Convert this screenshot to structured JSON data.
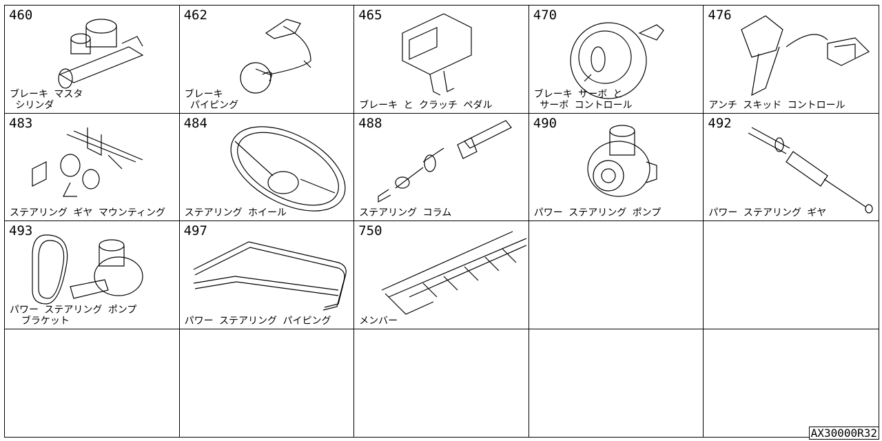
{
  "catalog": {
    "items": [
      {
        "number": "460",
        "label": "ブレーキ マスタ\n シリンダ"
      },
      {
        "number": "462",
        "label": "ブレーキ\n パイピング"
      },
      {
        "number": "465",
        "label": "ブレーキ と クラッチ ペダル"
      },
      {
        "number": "470",
        "label": "ブレーキ サーボ と\n サーボ コントロール"
      },
      {
        "number": "476",
        "label": "アンチ スキッド コントロール"
      },
      {
        "number": "483",
        "label": "ステアリング ギヤ マウンティング"
      },
      {
        "number": "484",
        "label": "ステアリング ホイール"
      },
      {
        "number": "488",
        "label": "ステアリング コラム"
      },
      {
        "number": "490",
        "label": "パワー ステアリング ポンプ"
      },
      {
        "number": "492",
        "label": "パワー ステアリング ギヤ"
      },
      {
        "number": "493",
        "label": "パワー ステアリング ポンプ\n  ブラケット"
      },
      {
        "number": "497",
        "label": "パワー ステアリング パイピング"
      },
      {
        "number": "750",
        "label": "メンバー"
      }
    ],
    "empty_cells": 7
  },
  "footer": {
    "code": "AX30000R32"
  }
}
